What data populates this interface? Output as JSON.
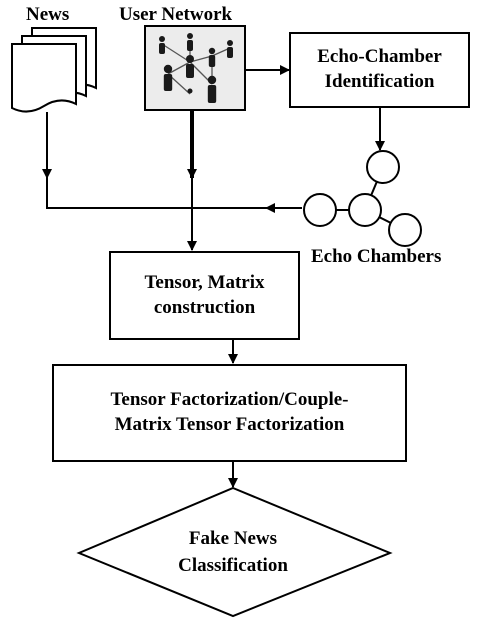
{
  "labels": {
    "news": "News",
    "user_network": "User Network",
    "echo_chambers": "Echo Chambers"
  },
  "boxes": {
    "echo_chamber_identification": {
      "line1": "Echo-Chamber",
      "line2": "Identification"
    },
    "tensor_matrix_construction": {
      "line1": "Tensor, Matrix",
      "line2": "construction"
    },
    "tensor_factorization": {
      "line1": "Tensor Factorization/Couple-",
      "line2": "Matrix Tensor Factorization"
    }
  },
  "decision": {
    "line1": "Fake News",
    "line2": "Classification"
  },
  "icons": {
    "news": "stacked-documents-icon",
    "user_network": "people-network-icon",
    "echo_chambers": "connected-circles-icon"
  },
  "colors": {
    "stroke": "#000000",
    "icon_fill": "#1a1a1a",
    "background": "#ffffff"
  }
}
